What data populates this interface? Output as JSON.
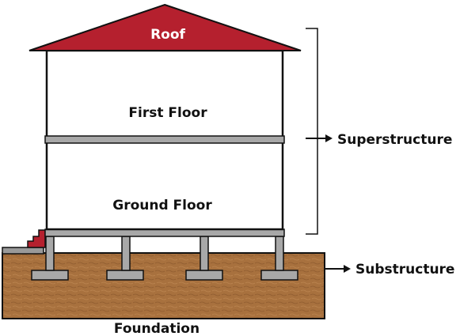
{
  "labels": {
    "roof": "Roof",
    "first_floor": "First Floor",
    "ground_floor": "Ground Floor",
    "superstructure": "Superstructure",
    "substructure": "Substructure",
    "foundation": "Foundation"
  },
  "colors": {
    "roof": "#b5202e",
    "soil": "#a8713e",
    "slab": "#a8a8a8",
    "steps": "#b5202e",
    "outline": "#111111"
  }
}
